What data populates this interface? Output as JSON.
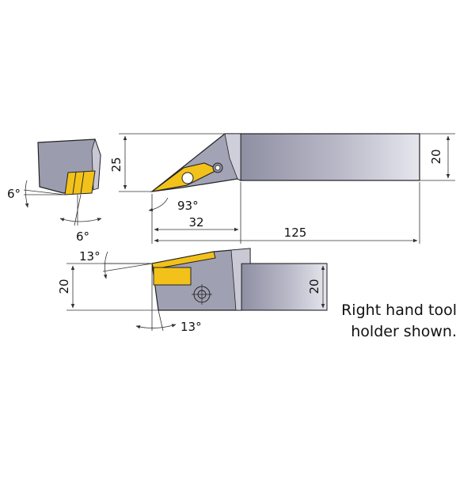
{
  "colors": {
    "body_dark": "#9a9aad",
    "body_light": "#c5c5d2",
    "insert": "#f2c21a",
    "outline": "#222222",
    "dim_line": "#333333",
    "background": "#ffffff"
  },
  "labels": {
    "end_view_angle_left": "6°",
    "end_view_angle_bottom": "6°",
    "height_25": "25",
    "height_20_top": "20",
    "lead_angle": "93°",
    "length_32": "32",
    "length_125": "125",
    "side_angle_top": "13°",
    "side_height_20_left": "20",
    "side_height_20_right": "20",
    "side_angle_bottom": "13°",
    "note_line1": "Right hand tool",
    "note_line2": "holder shown."
  }
}
